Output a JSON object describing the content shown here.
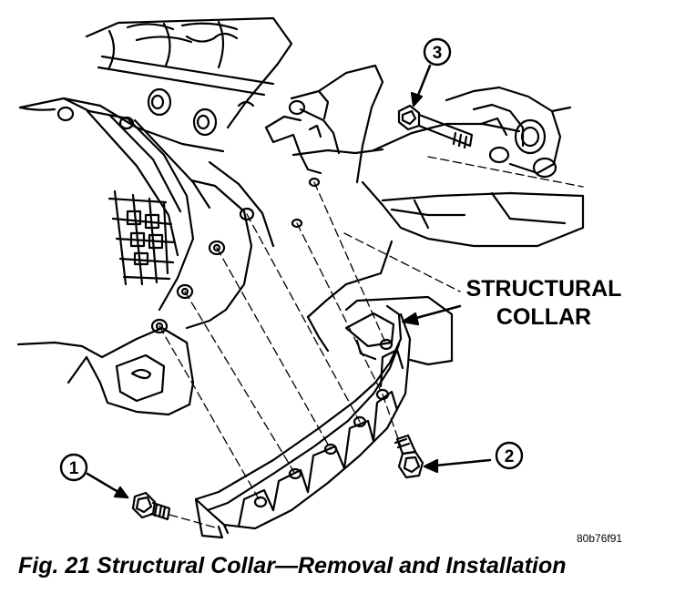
{
  "callouts": [
    {
      "number": "1"
    },
    {
      "number": "2"
    },
    {
      "number": "3"
    }
  ],
  "part_label": {
    "line1": "STRUCTURAL",
    "line2": "COLLAR"
  },
  "figure_code": "80b76f91",
  "caption": "Fig. 21 Structural Collar—Removal and Installation",
  "icons": [
    "bolt-icon",
    "arrow-icon"
  ]
}
